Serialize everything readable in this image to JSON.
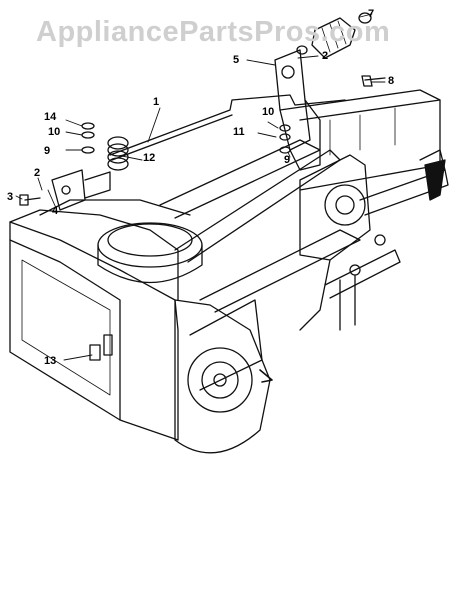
{
  "watermark": "AppliancePartsPros.com",
  "callouts": {
    "c1": "1",
    "c2a": "2",
    "c2b": "2",
    "c3": "3",
    "c4": "4",
    "c5": "5",
    "c7": "7",
    "c8": "8",
    "c9a": "9",
    "c9b": "9",
    "c10a": "10",
    "c10b": "10",
    "c11": "11",
    "c12": "12",
    "c13": "13",
    "c14": "14"
  },
  "colors": {
    "line": "#111111",
    "watermark": "#cfcfcf",
    "background": "#ffffff"
  }
}
